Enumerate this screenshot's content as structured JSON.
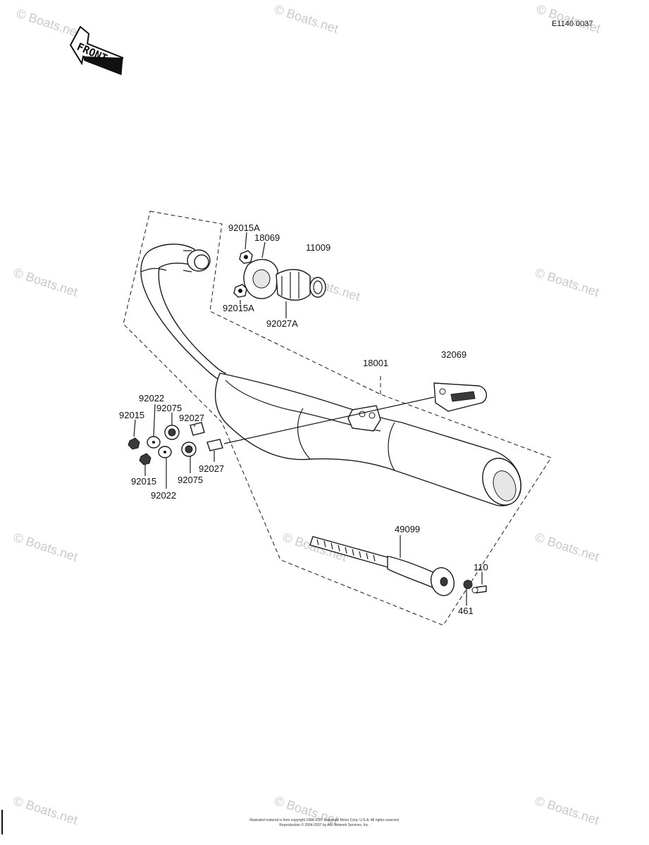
{
  "header": {
    "diagram_code": "E1140 0037",
    "front_label": "FRONT"
  },
  "watermark": {
    "text": "© Boats.net",
    "mid_text": "Boats.net"
  },
  "parts": {
    "p92015A_top": "92015A",
    "p18069": "18069",
    "p11009": "11009",
    "p92015A_bottom": "92015A",
    "p92027A": "92027A",
    "p32069": "32069",
    "p18001": "18001",
    "p92022_top": "92022",
    "p92075_top": "92075",
    "p92015_top": "92015",
    "p92027_top": "92027",
    "p92015_bottom": "92015",
    "p92075_bottom": "92075",
    "p92027_bottom": "92027",
    "p92022_bottom": "92022",
    "p49099": "49099",
    "p110": "110",
    "p461": "461"
  },
  "footer": {
    "line1": "Illustrated material is from copyright 1984-2007 Kawasaki Motor Corp. U.S.A. All rights reserved",
    "line2": "Reproduction © 2004-2007 by ARI Network Services, Inc."
  }
}
